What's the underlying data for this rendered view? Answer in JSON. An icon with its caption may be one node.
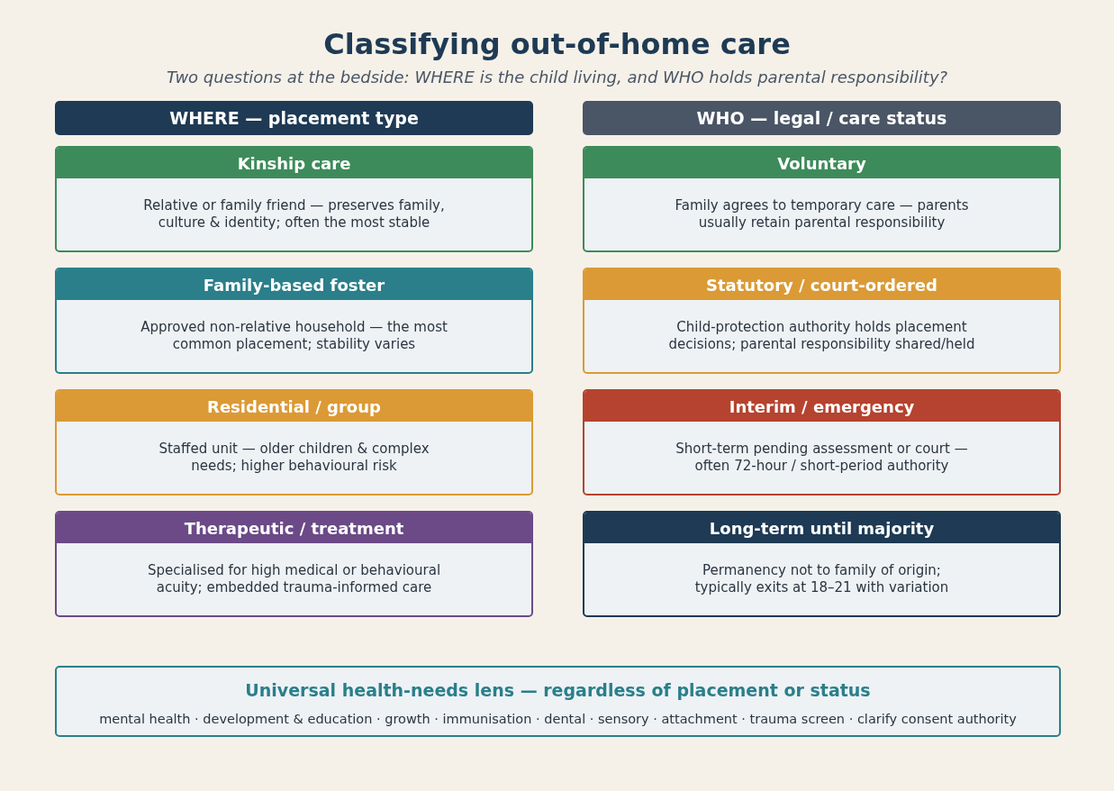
{
  "diagram": {
    "title": "Classifying out-of-home care",
    "caption": "Two questions at the bedside: WHERE is the child living, and WHO holds parental responsibility?",
    "nodes": [
      {
        "text": [
          "WHERE — placement type"
        ]
      },
      {
        "text": [
          "WHO — legal / care status"
        ]
      },
      {
        "text": [
          "Kinship care",
          "Relative or family friend — preserves family, culture & identity; often the most stable"
        ]
      },
      {
        "text": [
          "Voluntary",
          "Family agrees to temporary care — parents usually retain parental responsibility"
        ]
      },
      {
        "text": [
          "Family-based foster",
          "Approved non-relative household — the most common placement; stability varies"
        ]
      },
      {
        "text": [
          "Statutory / court-ordered",
          "Child-protection authority holds placement decisions; parental responsibility shared/held"
        ]
      },
      {
        "text": [
          "Residential / group",
          "Staffed unit — older children & complex needs; higher behavioural risk"
        ]
      },
      {
        "text": [
          "Interim / emergency",
          "Short-term pending assessment or court — often 72-hour / short-period authority"
        ]
      },
      {
        "text": [
          "Therapeutic / treatment",
          "Specialised for high medical or behavioural acuity; embedded trauma-informed care"
        ]
      },
      {
        "text": [
          "Long-term until majority",
          "Permanency not to family of origin; typically exits at 18–21 with variation"
        ]
      },
      {
        "text": [
          "Universal health-needs lens — regardless of placement or status",
          "mental health · development & education · growth · immunisation · dental · sensory · attachment · trauma screen · clarify consent authority"
        ]
      }
    ]
  }
}
